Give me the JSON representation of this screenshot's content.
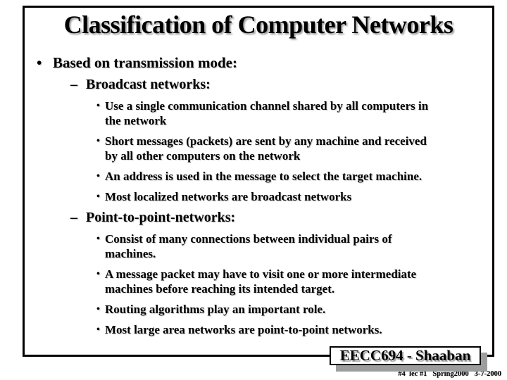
{
  "slide": {
    "title": "Classification of Computer Networks",
    "intro": "Based on transmission mode:",
    "sections": [
      {
        "heading": "Broadcast networks:",
        "items": [
          "Use a single communication channel shared by all computers in\nthe network",
          "Short messages (packets) are sent by any machine and received\nby all other computers on the network",
          "An address is used in the message to select the target machine.",
          "Most localized networks are broadcast networks"
        ]
      },
      {
        "heading": "Point-to-point-networks:",
        "items": [
          "Consist of many connections between individual pairs of\nmachines.",
          "A message packet may have to visit one or more intermediate\nmachines before reaching its intended target.",
          "Routing algorithms play an important role.",
          "Most large area networks are point-to-point networks."
        ]
      }
    ],
    "footer": {
      "badge": "EECC694 - Shaaban",
      "lecture_info": "#4  lec #1   Spring2000   3-7-2000"
    },
    "markers": {
      "l1_bullet": "•",
      "l2_dash": "–",
      "l3_bullet": "•"
    },
    "colors": {
      "background": "#ffffff",
      "text": "#000000",
      "border": "#000000",
      "title_shadow": "#999999",
      "badge_shadow": "#9d9d9d"
    }
  }
}
